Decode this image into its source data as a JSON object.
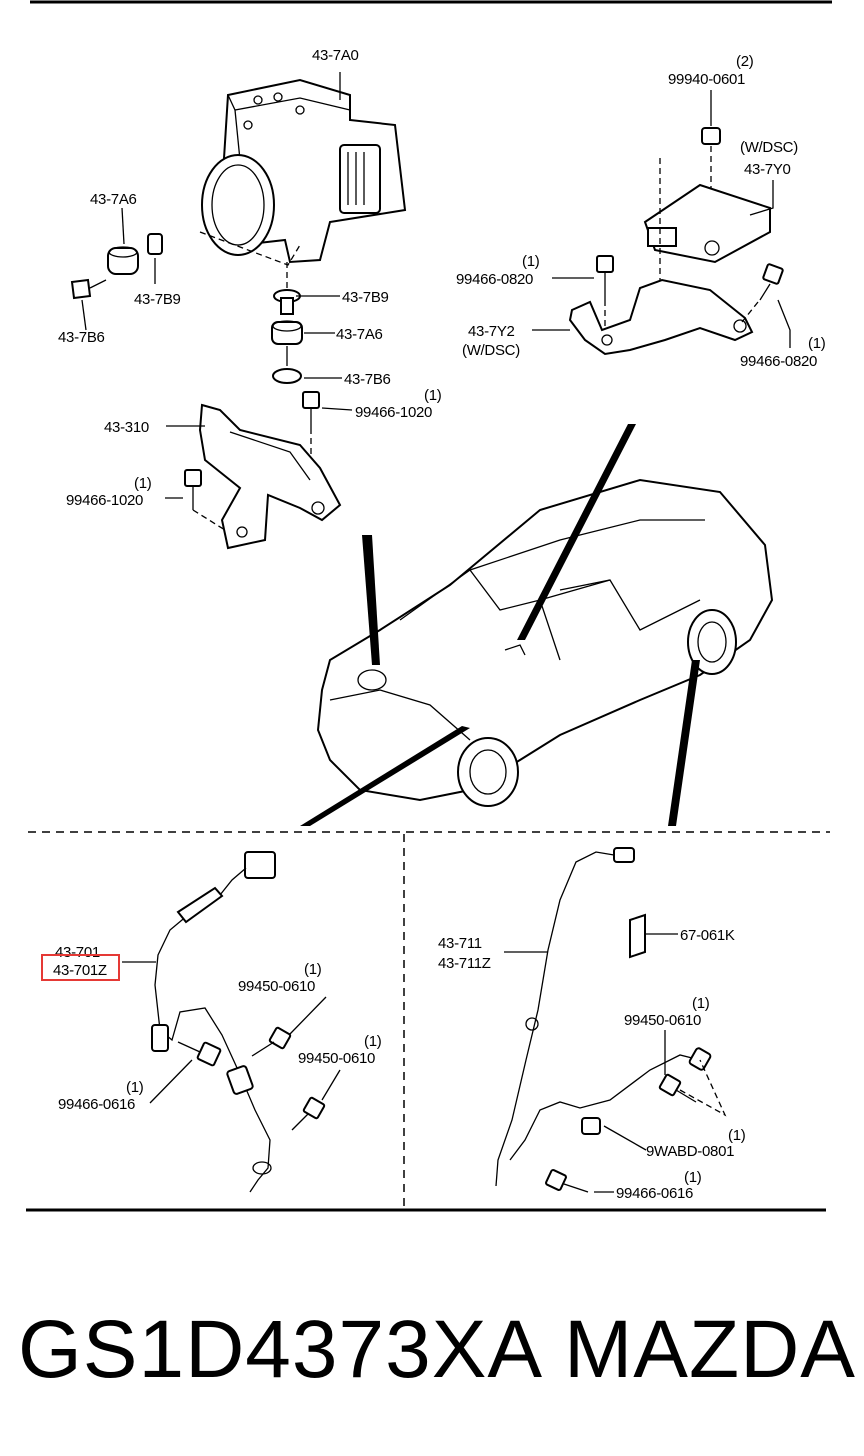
{
  "diagram": {
    "labels": {
      "hu_assy": "43-7A0",
      "bushing_left": "43-7A6",
      "collar_left": "43-7B9",
      "bolt_left": "43-7B6",
      "collar_center": "43-7B9",
      "bushing_center": "43-7A6",
      "washer_center": "43-7B6",
      "bracket": "43-310",
      "bolt_1020_right": "99466-1020",
      "bolt_1020_right_qty": "(1)",
      "bolt_1020_left": "99466-1020",
      "bolt_1020_left_qty": "(1)",
      "nut_qty": "(2)",
      "nut": "99940-0601",
      "yaw_sensor_cond": "(W/DSC)",
      "yaw_sensor": "43-7Y0",
      "bolt_0820_left_qty": "(1)",
      "bolt_0820_left": "99466-0820",
      "yaw_bracket": "43-7Y2",
      "yaw_bracket_cond": "(W/DSC)",
      "bolt_0820_right_qty": "(1)",
      "bolt_0820_right": "99466-0820",
      "front_sensor": "43-701",
      "front_sensor_alt": "43-701Z",
      "bolt_0610_a_qty": "(1)",
      "bolt_0610_a": "99450-0610",
      "bolt_0610_b_qty": "(1)",
      "bolt_0610_b": "99450-0610",
      "bolt_0616_front_qty": "(1)",
      "bolt_0616_front": "99466-0616",
      "rear_sensor": "43-711",
      "rear_sensor_alt": "43-711Z",
      "clip": "67-061K",
      "bolt_0610_rear_qty": "(1)",
      "bolt_0610_rear": "99450-0610",
      "nut_rear_qty": "(1)",
      "nut_rear": "9WABD-0801",
      "bolt_0616_rear_qty": "(1)",
      "bolt_0616_rear": "99466-0616"
    },
    "highlight_color": "#e53935"
  },
  "footer": {
    "part_number": "GS1D4373XA",
    "brand": "MAZDA"
  }
}
